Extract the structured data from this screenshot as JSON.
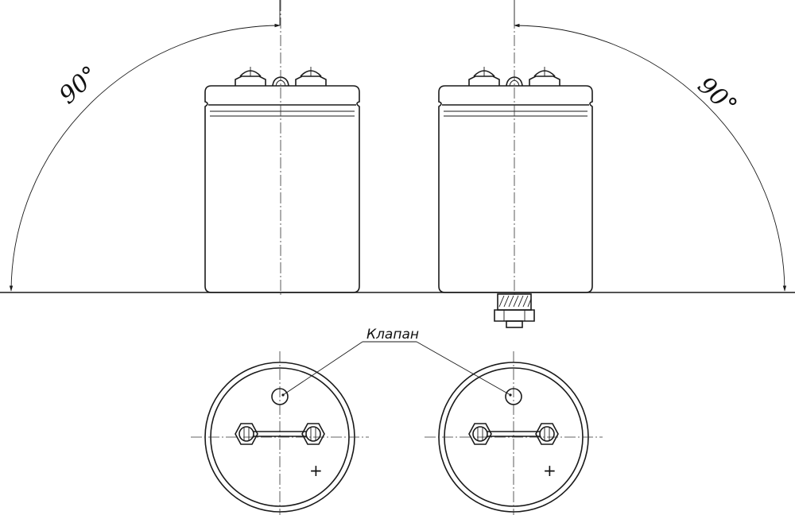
{
  "drawing": {
    "angle_left": "90°",
    "angle_right": "90°",
    "valve_label": "Клапан",
    "polarity_left": "+",
    "polarity_right": "+"
  }
}
